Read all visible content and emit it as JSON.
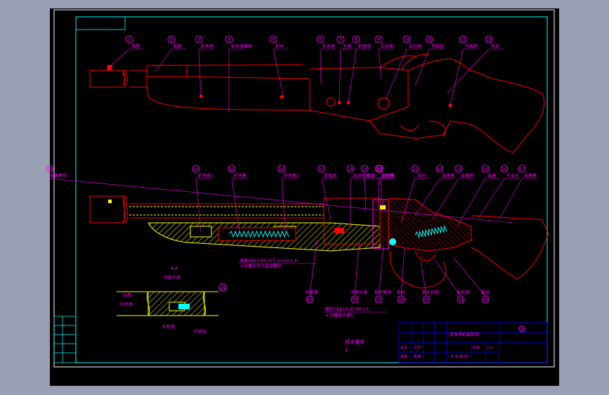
{
  "colors": {
    "page_bg": "#9aa0b4",
    "canvas_bg": "#000000",
    "frame": "#ffffff",
    "border": "#00ffff",
    "callout": "#ff00ff",
    "outline": "#ff0000",
    "hatch": "#ffff00",
    "spring": "#00ffff",
    "title": "#0000ff"
  },
  "callouts_top": [
    {
      "num": "1",
      "label": "准星"
    },
    {
      "num": "2",
      "label": "枪管"
    },
    {
      "num": "3",
      "label": "护木销"
    },
    {
      "num": "4",
      "label": "护木弹簧销"
    },
    {
      "num": "5",
      "label": "护木"
    },
    {
      "num": "6",
      "label": "护木座"
    },
    {
      "num": "7",
      "label": "主销"
    },
    {
      "num": "8",
      "label": "机匣销"
    },
    {
      "num": "9",
      "label": "拉机柄"
    },
    {
      "num": "10",
      "label": "击针销"
    },
    {
      "num": "11",
      "label": "开锁钮"
    },
    {
      "num": "12",
      "label": "托板销"
    },
    {
      "num": "13",
      "label": "托底"
    }
  ],
  "callouts_mid": [
    {
      "num": "14",
      "label": "护木座1"
    },
    {
      "num": "15",
      "label": "护木簧"
    },
    {
      "num": "16",
      "label": "护木座2"
    },
    {
      "num": "17",
      "label": "连接销"
    },
    {
      "num": "18",
      "label": "运动销钉"
    },
    {
      "num": "19",
      "label": "轴套"
    },
    {
      "num": "20",
      "label": "运动销"
    },
    {
      "num": "21",
      "label": "击针簧"
    },
    {
      "num": "22",
      "label": "击针"
    },
    {
      "num": "23",
      "label": "击锤簧"
    },
    {
      "num": "24",
      "label": "击锤销"
    },
    {
      "num": "25",
      "label": "击锤"
    },
    {
      "num": "26",
      "label": "大击头"
    },
    {
      "num": "27",
      "label": "击锤簧"
    },
    {
      "num": "28",
      "label": "击锤簧销"
    }
  ],
  "callouts_bottom": [
    {
      "num": "29",
      "label": "拉机套"
    },
    {
      "num": "30",
      "label": "闭锁卡座"
    },
    {
      "num": "31",
      "label": "扳机簧销"
    },
    {
      "num": "32",
      "label": "扳机"
    },
    {
      "num": "33",
      "label": "扳机护圈"
    },
    {
      "num": "34",
      "label": "扳机销"
    },
    {
      "num": "35",
      "label": "扳机"
    }
  ],
  "section": {
    "title": "A-A",
    "labels": [
      "闭锁卡座",
      "台肩",
      "拉机柄",
      "拉机座",
      "开锁钮"
    ],
    "callout_num": "25"
  },
  "notes": {
    "spring_note": [
      "弹簧GB47-85-ST5.5×10-C-H",
      "十字槽半沉头自攻螺钉"
    ],
    "screw_note": [
      "螺钉GB819-85-M5×6",
      "十字槽盘头螺钉"
    ],
    "tech_title": "技术要求",
    "tech_item": "1 ."
  },
  "title_block": {
    "name": "单发猎枪装配图",
    "sheet": "0",
    "rows": [
      "设计",
      "审核",
      "工艺",
      "批准"
    ],
    "scale_label": "比例",
    "scale": "1:2",
    "sheet_label": "共 张 第 张"
  }
}
